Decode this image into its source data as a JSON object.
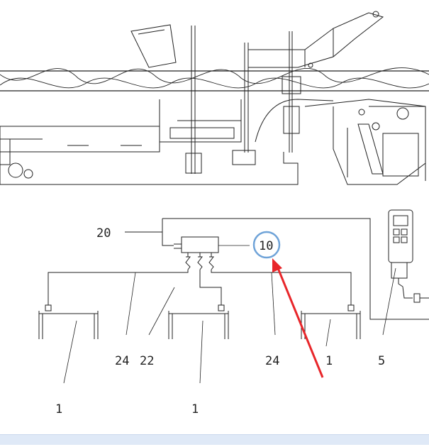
{
  "labels": {
    "l20": "20",
    "l10": "10",
    "l24a": "24",
    "l22": "22",
    "l24b": "24",
    "l1a": "1",
    "l5": "5",
    "l1b": "1",
    "l1c": "1"
  },
  "colors": {
    "line": "#222222",
    "highlight_circle": "#6fa3d8",
    "arrow": "#e8262a",
    "bottom_bar": "#dfe9f7"
  }
}
